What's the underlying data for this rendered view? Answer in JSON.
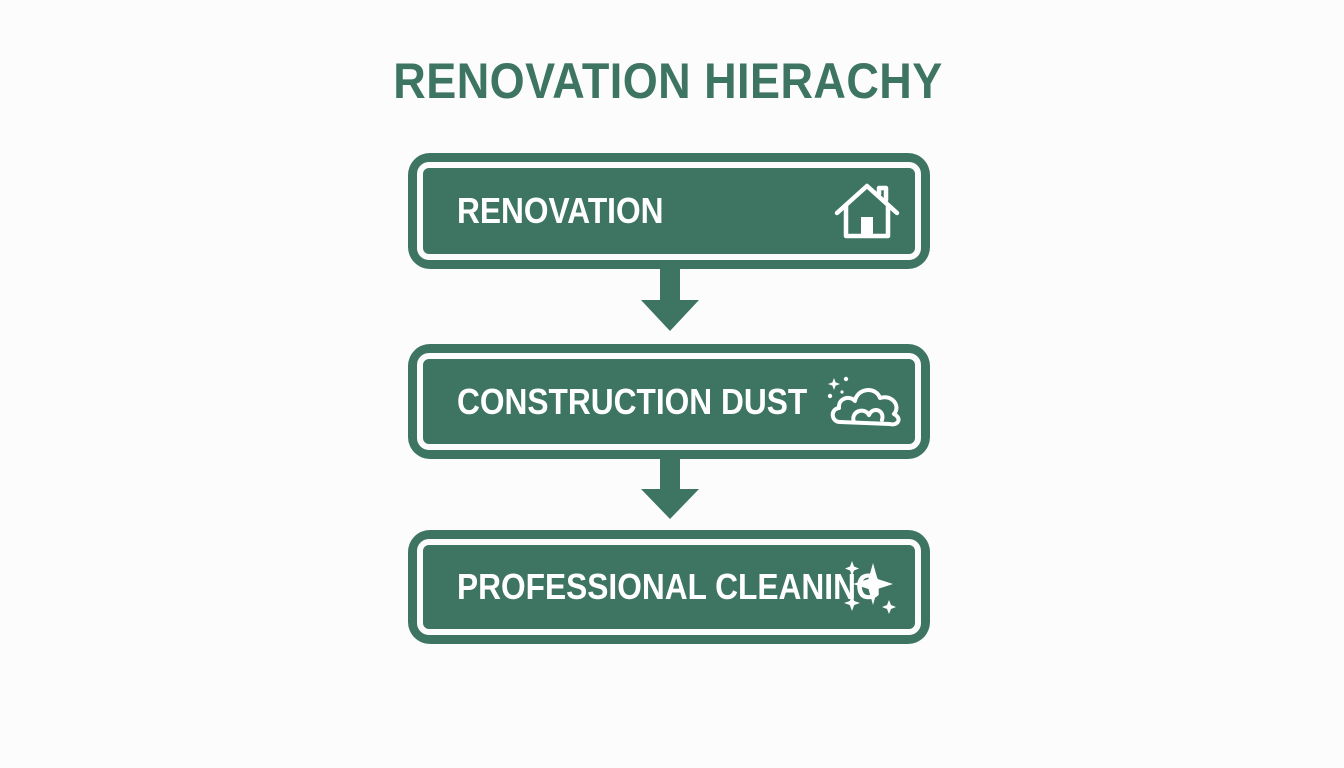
{
  "title": "RENOVATION HIERACHY",
  "colors": {
    "primary": "#3d7562",
    "background": "#fbfcfb",
    "icon": "#ffffff"
  },
  "steps": [
    {
      "label": "RENOVATION",
      "icon": "house-icon"
    },
    {
      "label": "CONSTRUCTION DUST",
      "icon": "dust-cloud-icon"
    },
    {
      "label": "PROFESSIONAL CLEANING",
      "icon": "sparkles-icon"
    }
  ],
  "connectors": [
    {
      "from": "RENOVATION",
      "to": "CONSTRUCTION DUST",
      "icon": "arrow-down-icon"
    },
    {
      "from": "CONSTRUCTION DUST",
      "to": "PROFESSIONAL CLEANING",
      "icon": "arrow-down-icon"
    }
  ]
}
